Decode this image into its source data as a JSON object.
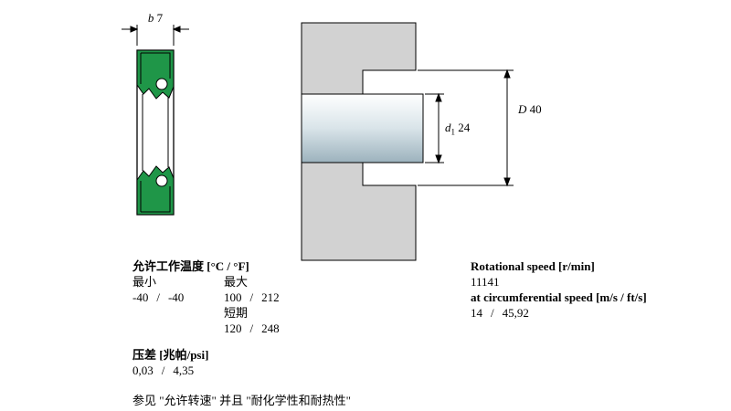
{
  "separator": "/",
  "seal_drawing": {
    "width_symbol": "b",
    "width_value": "7"
  },
  "mounting_drawing": {
    "shaft_symbol": "d",
    "shaft_sub": "1",
    "shaft_value": "24",
    "bore_symbol": "D",
    "bore_value": "40"
  },
  "specs": {
    "temperature": {
      "title": "允许工作温度 [°C / °F]",
      "min_label": "最小",
      "max_label": "最大",
      "min_c": "-40",
      "min_f": "-40",
      "max_c": "100",
      "max_f": "212",
      "short_term_label": "短期",
      "short_c": "120",
      "short_f": "248"
    },
    "pressure": {
      "title": "压差 [兆帕/psi]",
      "mpa": "0,03",
      "psi": "4,35"
    },
    "note": "参见 \"允许转速\" 并且 \"耐化学性和耐热性\""
  },
  "speed": {
    "title": "Rotational speed [r/min]",
    "value": "11141",
    "circumferential_title": "at circumferential speed [m/s / ft/s]",
    "ms": "14",
    "fts": "45,92"
  },
  "colors": {
    "seal_green": "#1f9648",
    "housing_gray": "#d2d2d2"
  }
}
